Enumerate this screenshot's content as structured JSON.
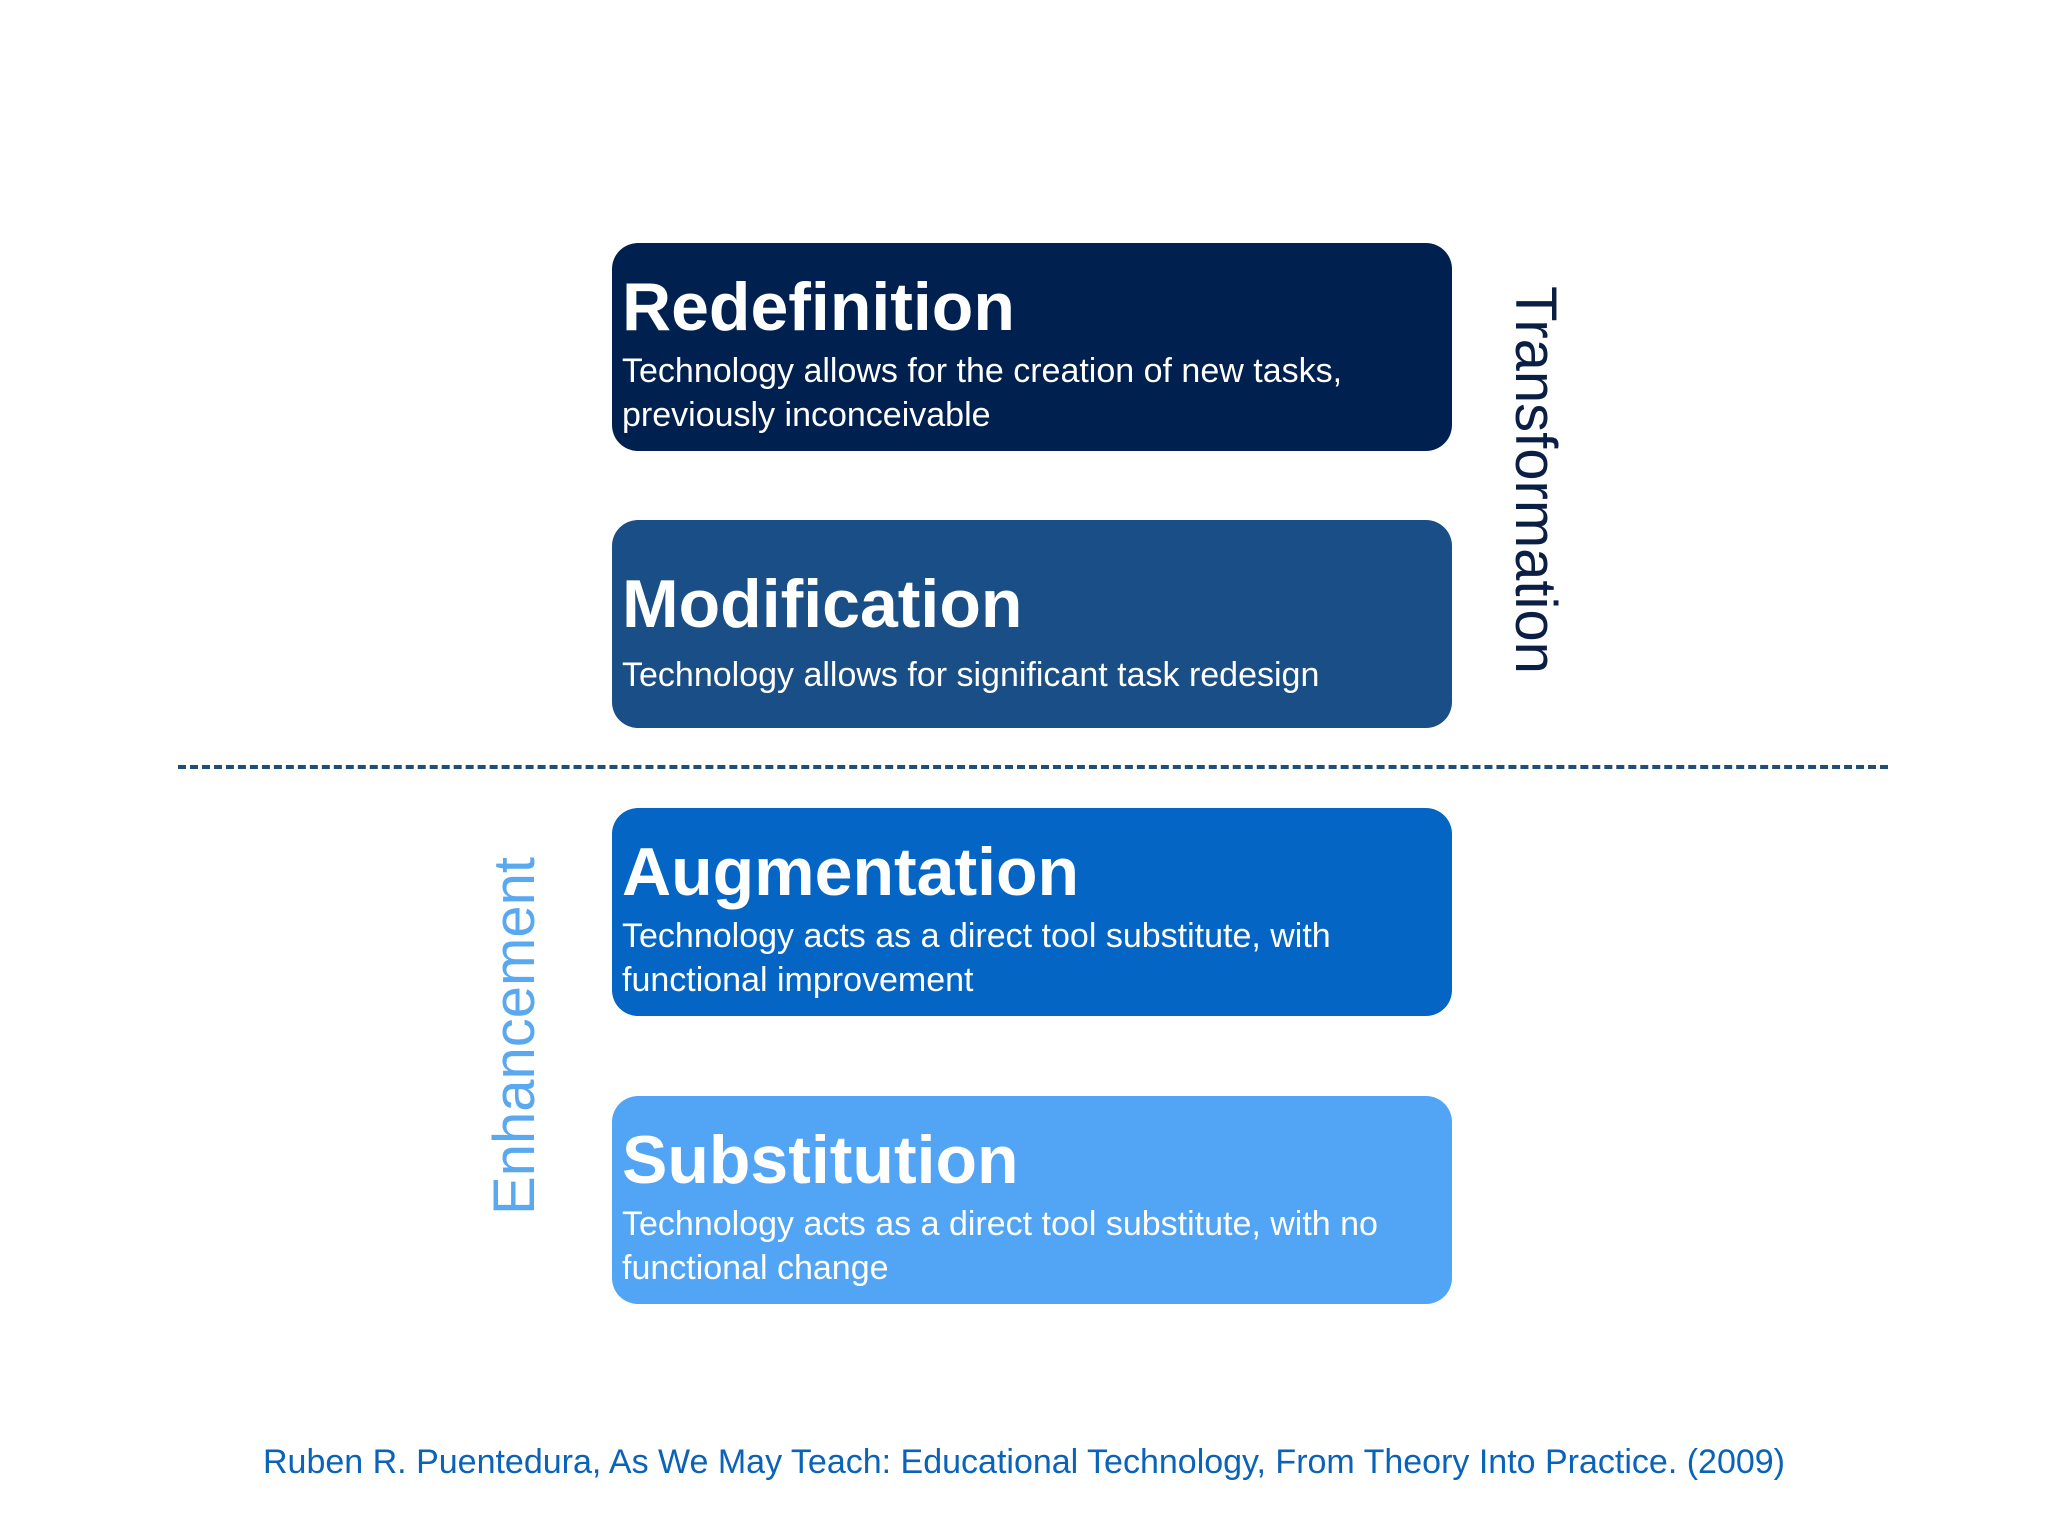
{
  "colors": {
    "redefinition": "#002050",
    "modification": "#1a4e86",
    "augmentation": "#0565c4",
    "substitution": "#52a4f5",
    "divider": "#1f4e79",
    "transformation_label": "#0b1f45",
    "enhancement_label": "#5aa9f0",
    "citation": "#0a63b8"
  },
  "levels": [
    {
      "key": "redefinition",
      "title": "Redefinition",
      "description": "Technology allows for the creation of new tasks, previously inconceivable"
    },
    {
      "key": "modification",
      "title": "Modification",
      "description": "Technology allows for significant task redesign"
    },
    {
      "key": "augmentation",
      "title": "Augmentation",
      "description": "Technology acts as a direct tool substitute, with functional improvement"
    },
    {
      "key": "substitution",
      "title": "Substitution",
      "description": "Technology acts as a direct tool substitute, with no functional change"
    }
  ],
  "group_labels": {
    "transformation": "Transformation",
    "enhancement": "Enhancement"
  },
  "citation": "Ruben R. Puentedura, As We May Teach: Educational Technology, From Theory Into Practice. (2009)"
}
